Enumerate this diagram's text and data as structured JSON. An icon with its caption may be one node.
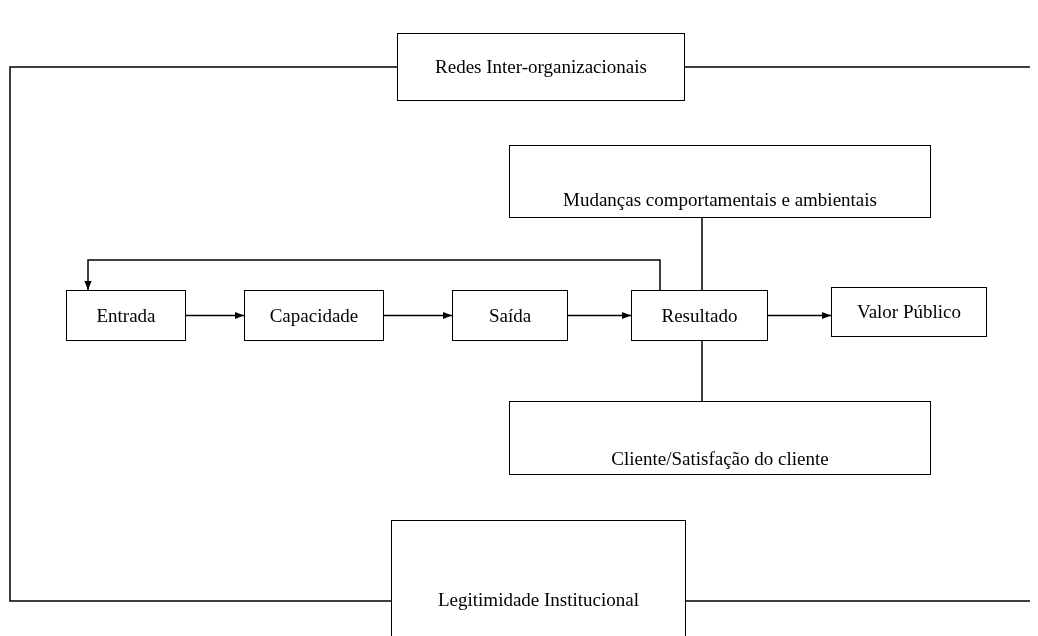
{
  "diagram": {
    "nodes": [
      {
        "text": [
          "Redes Inter-organizacionais"
        ]
      },
      {
        "text": [
          "Mudanças comportamentais e ambientais"
        ]
      },
      {
        "text": [
          "Entrada"
        ]
      },
      {
        "text": [
          "Capacidade"
        ]
      },
      {
        "text": [
          "Saída"
        ]
      },
      {
        "text": [
          "Resultado"
        ]
      },
      {
        "text": [
          "Valor Público"
        ]
      },
      {
        "text": [
          "Cliente/Satisfação do cliente"
        ]
      },
      {
        "text": [
          "Legitimidade Institucional"
        ]
      }
    ],
    "edges": [
      {
        "from": 0,
        "to": 8,
        "arrow": "none"
      },
      {
        "from": 0,
        "to": null,
        "arrow": "none"
      },
      {
        "from": 8,
        "to": null,
        "arrow": "none"
      },
      {
        "from": 2,
        "to": 3,
        "arrow": "to"
      },
      {
        "from": 3,
        "to": 4,
        "arrow": "to"
      },
      {
        "from": 4,
        "to": 5,
        "arrow": "to"
      },
      {
        "from": 5,
        "to": 6,
        "arrow": "to"
      },
      {
        "from": 5,
        "to": 2,
        "arrow": "to"
      },
      {
        "from": 1,
        "to": 5,
        "arrow": "none"
      },
      {
        "from": 5,
        "to": 7,
        "arrow": "none"
      }
    ]
  }
}
